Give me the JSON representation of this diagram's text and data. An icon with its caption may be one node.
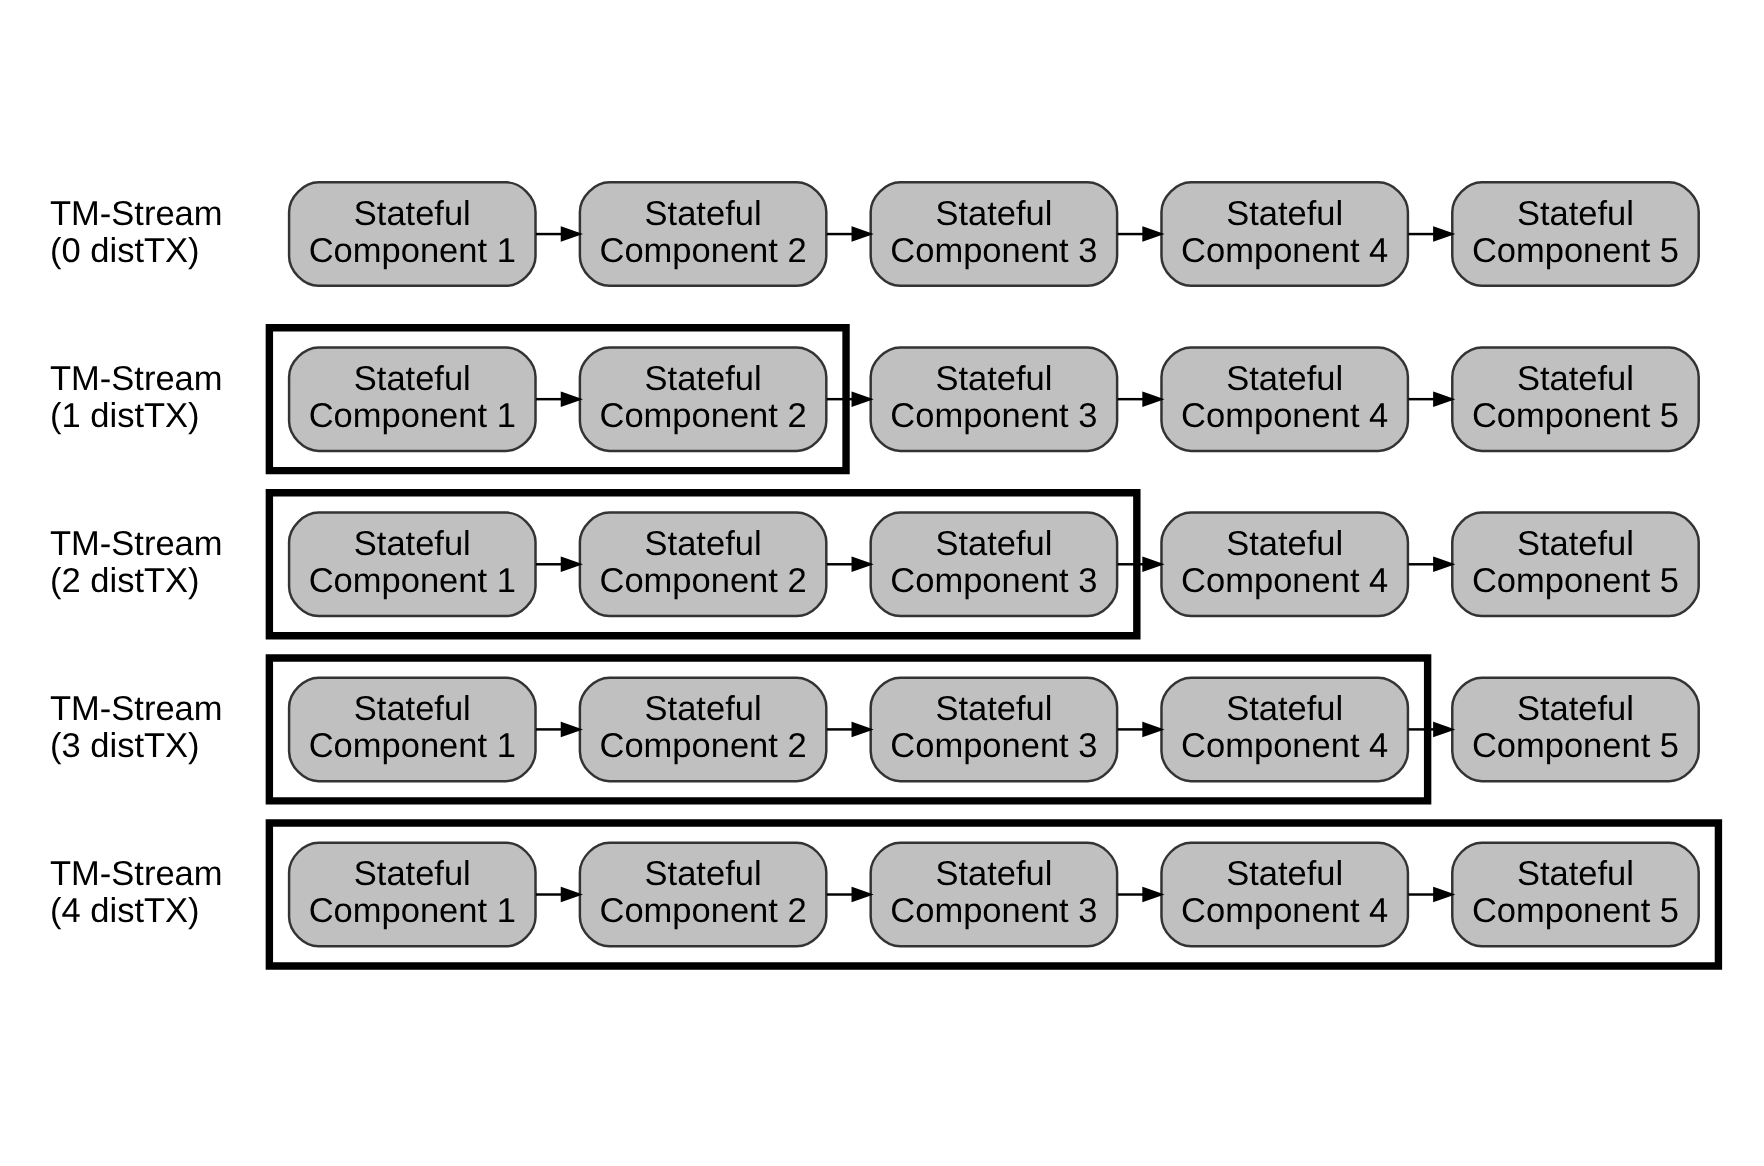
{
  "diagram": {
    "nodes": [
      {
        "text": [
          "Stateful Component 1"
        ]
      },
      {
        "text": [
          "Stateful Component 2"
        ]
      },
      {
        "text": [
          "Stateful Component 3"
        ]
      },
      {
        "text": [
          "Stateful Component 4"
        ]
      },
      {
        "text": [
          "Stateful Component 5"
        ]
      },
      {
        "text": [],
        "shape": "box"
      },
      {
        "text": [
          "Stateful Component 1"
        ],
        "in": 5
      },
      {
        "text": [
          "Stateful Component 2"
        ],
        "in": 5
      },
      {
        "text": [
          "Stateful Component 3"
        ]
      },
      {
        "text": [
          "Stateful Component 4"
        ]
      },
      {
        "text": [
          "Stateful Component 5"
        ]
      },
      {
        "text": [],
        "shape": "box"
      },
      {
        "text": [
          "Stateful Component 1"
        ],
        "in": 11
      },
      {
        "text": [
          "Stateful Component 2"
        ],
        "in": 11
      },
      {
        "text": [
          "Stateful Component 3"
        ],
        "in": 11
      },
      {
        "text": [
          "Stateful Component 4"
        ]
      },
      {
        "text": [
          "Stateful Component 5"
        ]
      },
      {
        "text": [],
        "shape": "box"
      },
      {
        "text": [
          "Stateful Component 1"
        ],
        "in": 17
      },
      {
        "text": [
          "Stateful Component 2"
        ],
        "in": 17
      },
      {
        "text": [
          "Stateful Component 3"
        ],
        "in": 17
      },
      {
        "text": [
          "Stateful Component 4"
        ],
        "in": 17
      },
      {
        "text": [
          "Stateful Component 5"
        ]
      },
      {
        "text": [],
        "shape": "box"
      },
      {
        "text": [
          "Stateful Component 1"
        ],
        "in": 23
      },
      {
        "text": [
          "Stateful Component 2"
        ],
        "in": 23
      },
      {
        "text": [
          "Stateful Component 3"
        ],
        "in": 23
      },
      {
        "text": [
          "Stateful Component 4"
        ],
        "in": 23
      },
      {
        "text": [
          "Stateful Component 5"
        ],
        "in": 23
      }
    ],
    "edges": [
      {
        "from": 0,
        "to": 1,
        "arrow": "to"
      },
      {
        "from": 1,
        "to": 2,
        "arrow": "to"
      },
      {
        "from": 2,
        "to": 3,
        "arrow": "to"
      },
      {
        "from": 3,
        "to": 4,
        "arrow": "to"
      },
      {
        "from": 6,
        "to": 7,
        "arrow": "to"
      },
      {
        "from": 7,
        "to": 8,
        "arrow": "to"
      },
      {
        "from": 8,
        "to": 9,
        "arrow": "to"
      },
      {
        "from": 9,
        "to": 10,
        "arrow": "to"
      },
      {
        "from": 12,
        "to": 13,
        "arrow": "to"
      },
      {
        "from": 13,
        "to": 14,
        "arrow": "to"
      },
      {
        "from": 14,
        "to": 15,
        "arrow": "to"
      },
      {
        "from": 15,
        "to": 16,
        "arrow": "to"
      },
      {
        "from": 18,
        "to": 19,
        "arrow": "to"
      },
      {
        "from": 19,
        "to": 20,
        "arrow": "to"
      },
      {
        "from": 20,
        "to": 21,
        "arrow": "to"
      },
      {
        "from": 21,
        "to": 22,
        "arrow": "to"
      },
      {
        "from": 24,
        "to": 25,
        "arrow": "to"
      },
      {
        "from": 25,
        "to": 26,
        "arrow": "to"
      },
      {
        "from": 26,
        "to": 27,
        "arrow": "to"
      },
      {
        "from": 27,
        "to": 28,
        "arrow": "to"
      }
    ],
    "labels": [
      "TM-Stream (0 distTX)",
      "TM-Stream (1 distTX)",
      "TM-Stream (2 distTX)",
      "TM-Stream (3 distTX)",
      "TM-Stream (4 distTX)"
    ]
  }
}
